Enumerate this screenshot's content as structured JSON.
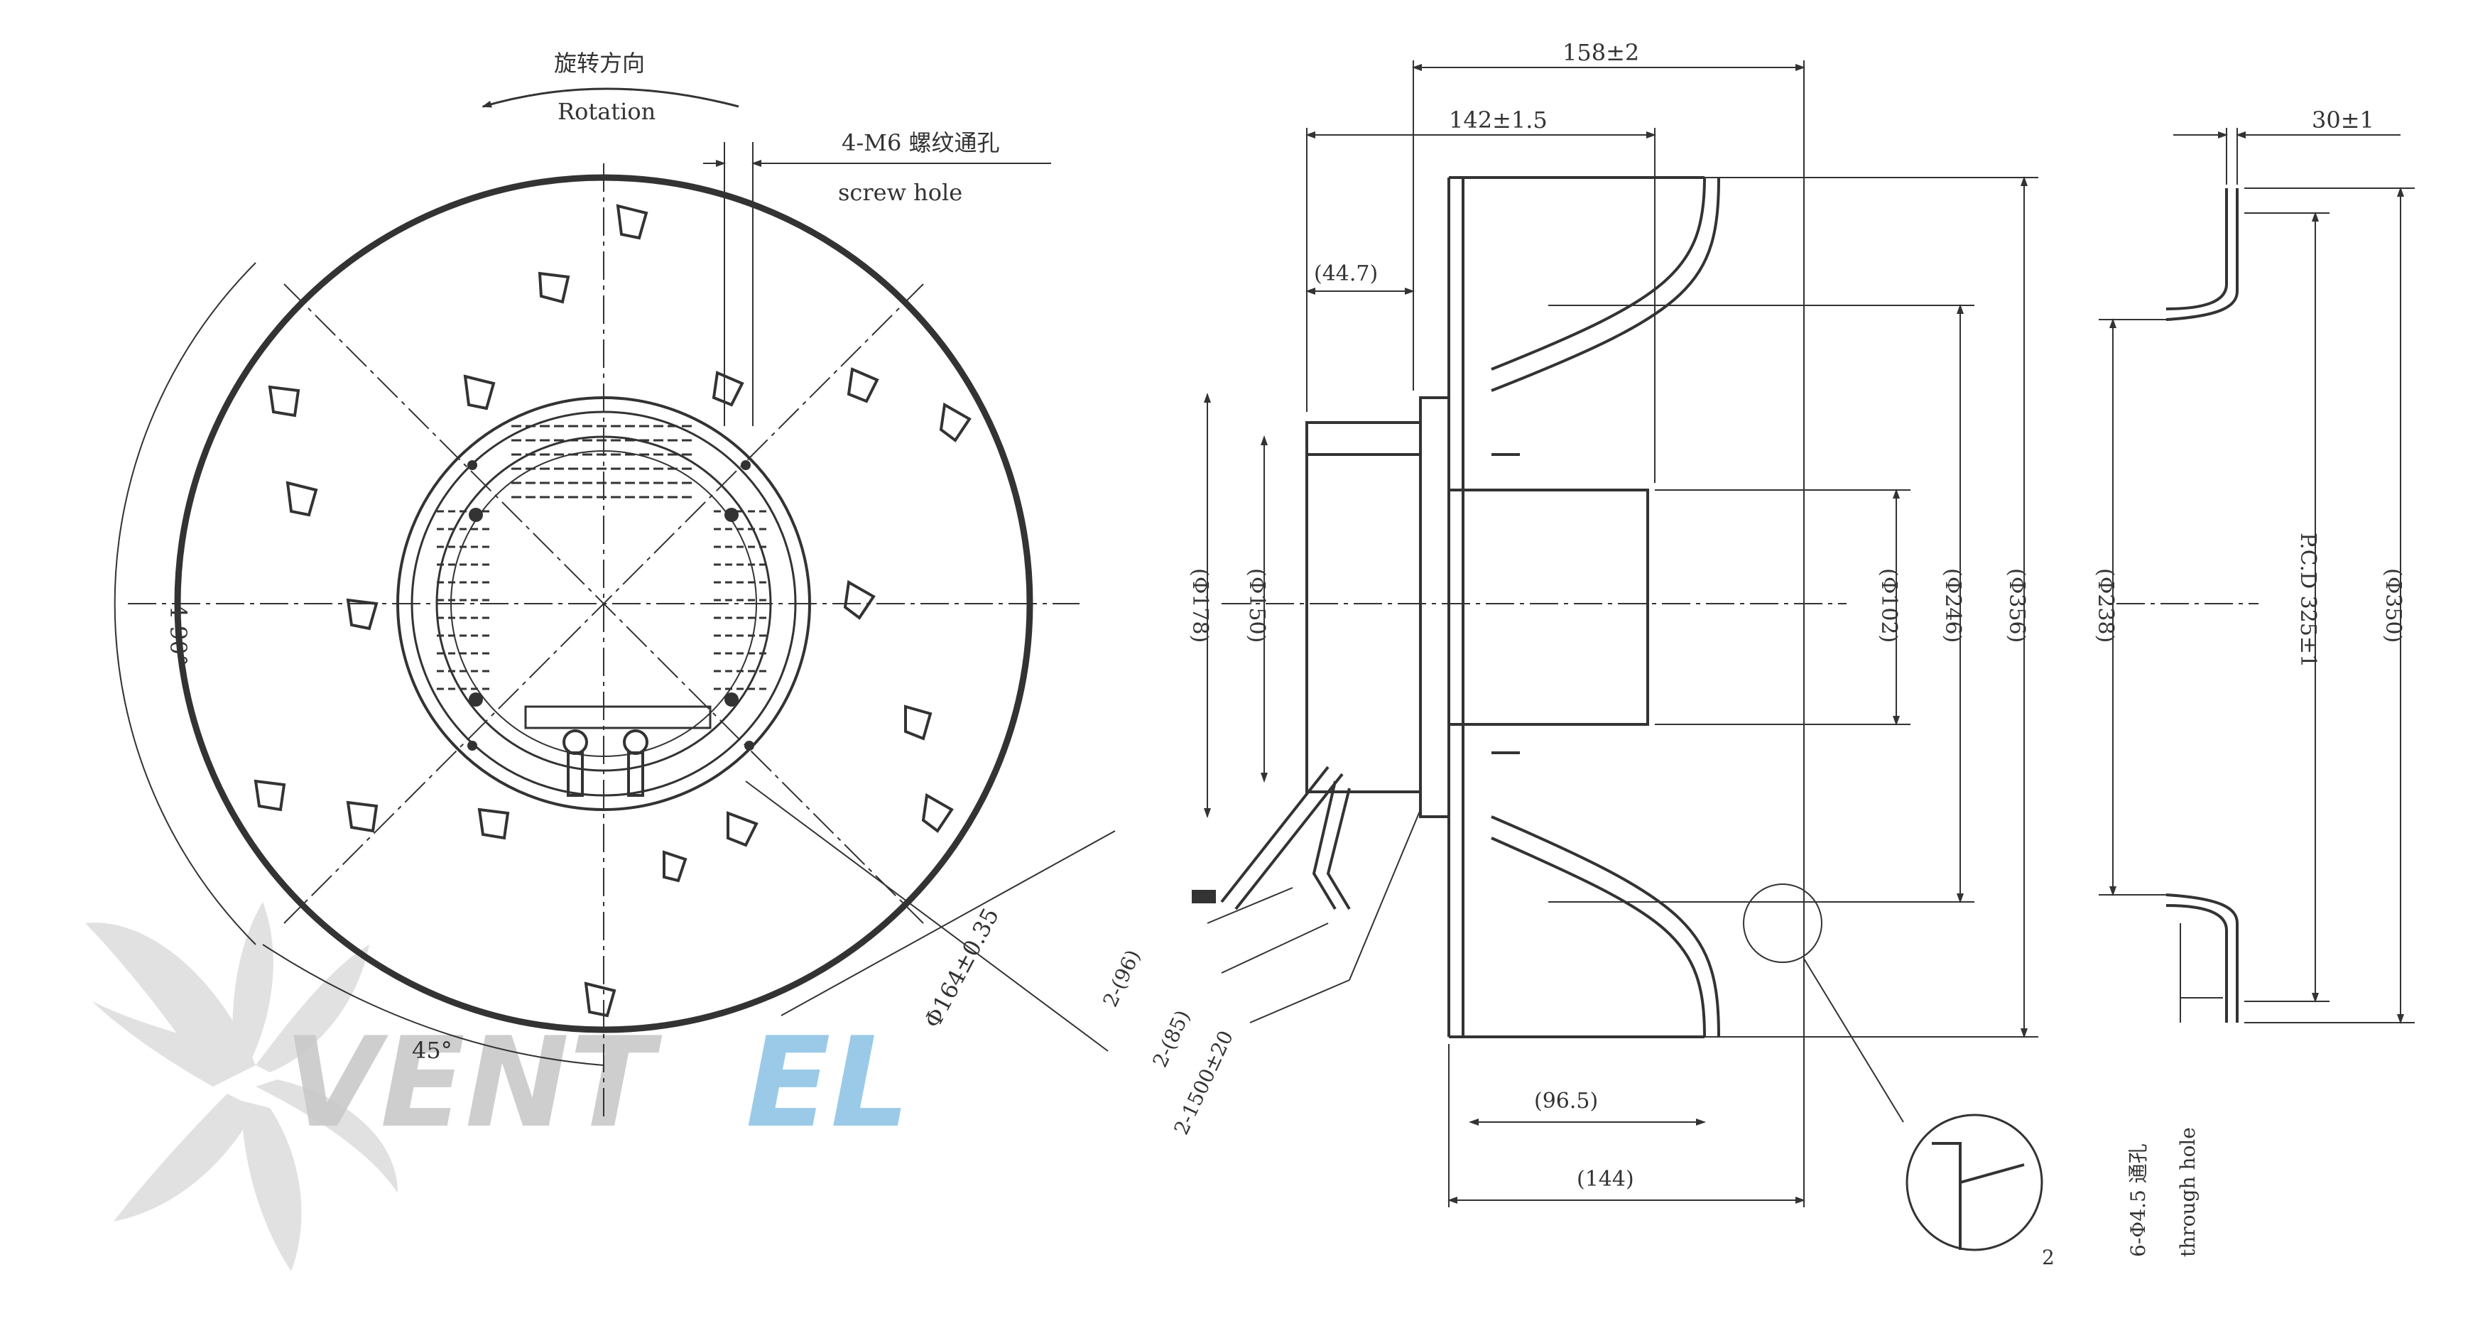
{
  "front_view": {
    "rotation_cn": "旋转方向",
    "rotation_en": "Rotation",
    "screw_cn": "4-M6 螺纹通孔",
    "screw_en": "screw hole",
    "angle_90": "4-90°",
    "angle_45": "45°",
    "dia_164": "Φ164±0.35"
  },
  "side_view": {
    "dim_158": "158±2",
    "dim_142": "142±1.5",
    "dim_447": "(44.7)",
    "dia_178": "(Φ178)",
    "dia_150": "(Φ150)",
    "dia_102": "(Φ102)",
    "dia_246": "(Φ246)",
    "dia_356": "(Φ356)",
    "cable_96": "2-(96)",
    "cable_85": "2-(85)",
    "cable_1500": "2-1500±20",
    "dim_965": "(96.5)",
    "dim_144": "(144)",
    "detail_2": "2"
  },
  "ring_view": {
    "dim_30": "30±1",
    "dia_238": "(Φ238)",
    "pcd": "P.C.D 325±1",
    "dia_350": "(Φ350)",
    "holes_cn": "6-Φ4.5 通孔",
    "holes_en": "through hole"
  },
  "watermark": {
    "brand_part1": "VENT",
    "brand_part2": "EL",
    "color_gray": "#c9c9c9",
    "color_blue": "#4aa0d8"
  }
}
